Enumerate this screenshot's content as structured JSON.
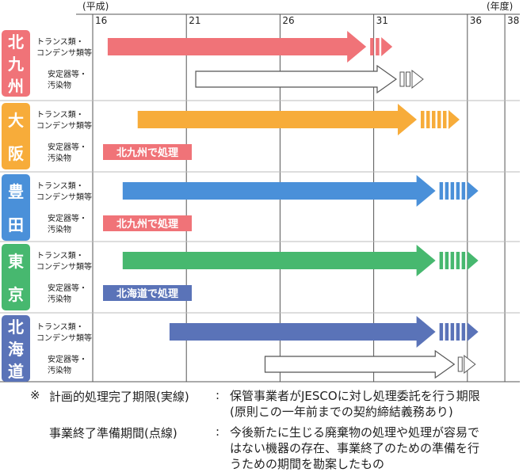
{
  "chart_data": {
    "type": "gantt",
    "axis": {
      "era_label": "(平成)",
      "unit_label": "(年度)",
      "ticks": [
        "16",
        "21",
        "26",
        "31",
        "36",
        "38"
      ],
      "tick_years": [
        16,
        21,
        26,
        31,
        36,
        38
      ],
      "range": [
        16,
        38
      ]
    },
    "row_labels": {
      "transformer": [
        "トランス類・",
        "コンデンサ類等"
      ],
      "stabilizer": [
        "安定器等・",
        "汚染物"
      ]
    },
    "facilities": [
      {
        "name": "北九州",
        "chars": [
          "北",
          "九",
          "州"
        ],
        "color": "#f07378",
        "rows": [
          {
            "type": "transformer",
            "style": "solid",
            "start": 16.8,
            "end": 30.6,
            "prep_end": 32.0
          },
          {
            "type": "stabilizer",
            "style": "outline",
            "start": 21.5,
            "end": 32.2,
            "prep_end": 33.8
          }
        ]
      },
      {
        "name": "大阪",
        "chars": [
          "大",
          "阪"
        ],
        "color": "#f7ac3a",
        "rows": [
          {
            "type": "transformer",
            "style": "solid",
            "start": 18.4,
            "end": 33.3,
            "prep_end": 35.6
          },
          {
            "type": "stabilizer",
            "style": "tag",
            "text": "北九州で処理",
            "tag_color": "#f07378"
          }
        ]
      },
      {
        "name": "豊田",
        "chars": [
          "豊",
          "田"
        ],
        "color": "#4a90d9",
        "rows": [
          {
            "type": "transformer",
            "style": "solid",
            "start": 17.6,
            "end": 34.3,
            "prep_end": 36.6
          },
          {
            "type": "stabilizer",
            "style": "tag",
            "text": "北九州で処理",
            "tag_color": "#f07378"
          }
        ]
      },
      {
        "name": "東京",
        "chars": [
          "東",
          "京"
        ],
        "color": "#47b86f",
        "rows": [
          {
            "type": "transformer",
            "style": "solid",
            "start": 17.6,
            "end": 34.3,
            "prep_end": 36.6
          },
          {
            "type": "stabilizer",
            "style": "tag",
            "text": "北海道で処理",
            "tag_color": "#5a73b8"
          }
        ]
      },
      {
        "name": "北海道",
        "chars": [
          "北",
          "海",
          "道"
        ],
        "color": "#5a73b8",
        "rows": [
          {
            "type": "transformer",
            "style": "solid",
            "start": 20.1,
            "end": 34.3,
            "prep_end": 36.6
          },
          {
            "type": "stabilizer",
            "style": "outline",
            "start": 25.2,
            "end": 35.3,
            "prep_end": 36.6
          }
        ]
      }
    ],
    "legend": [
      {
        "label": "計画的処理完了期限(実線)",
        "style": "solid"
      },
      {
        "label": "事業終了準備期間(点線)",
        "style": "dotted"
      }
    ]
  },
  "notes": {
    "mark": "※",
    "items": [
      {
        "label": "計画的処理完了期限(実線)",
        "lines": [
          "保管事業者がJESCOに対し処理委託を行う期限",
          "(原則この一年前までの契約締結義務あり)"
        ]
      },
      {
        "label": "事業終了準備期間(点線)",
        "lines": [
          "今後新たに生じる廃棄物の処理や処理が容易で",
          "はない機器の存在、事業終了のための準備を行",
          "うための期間を勘案したもの"
        ]
      }
    ]
  }
}
